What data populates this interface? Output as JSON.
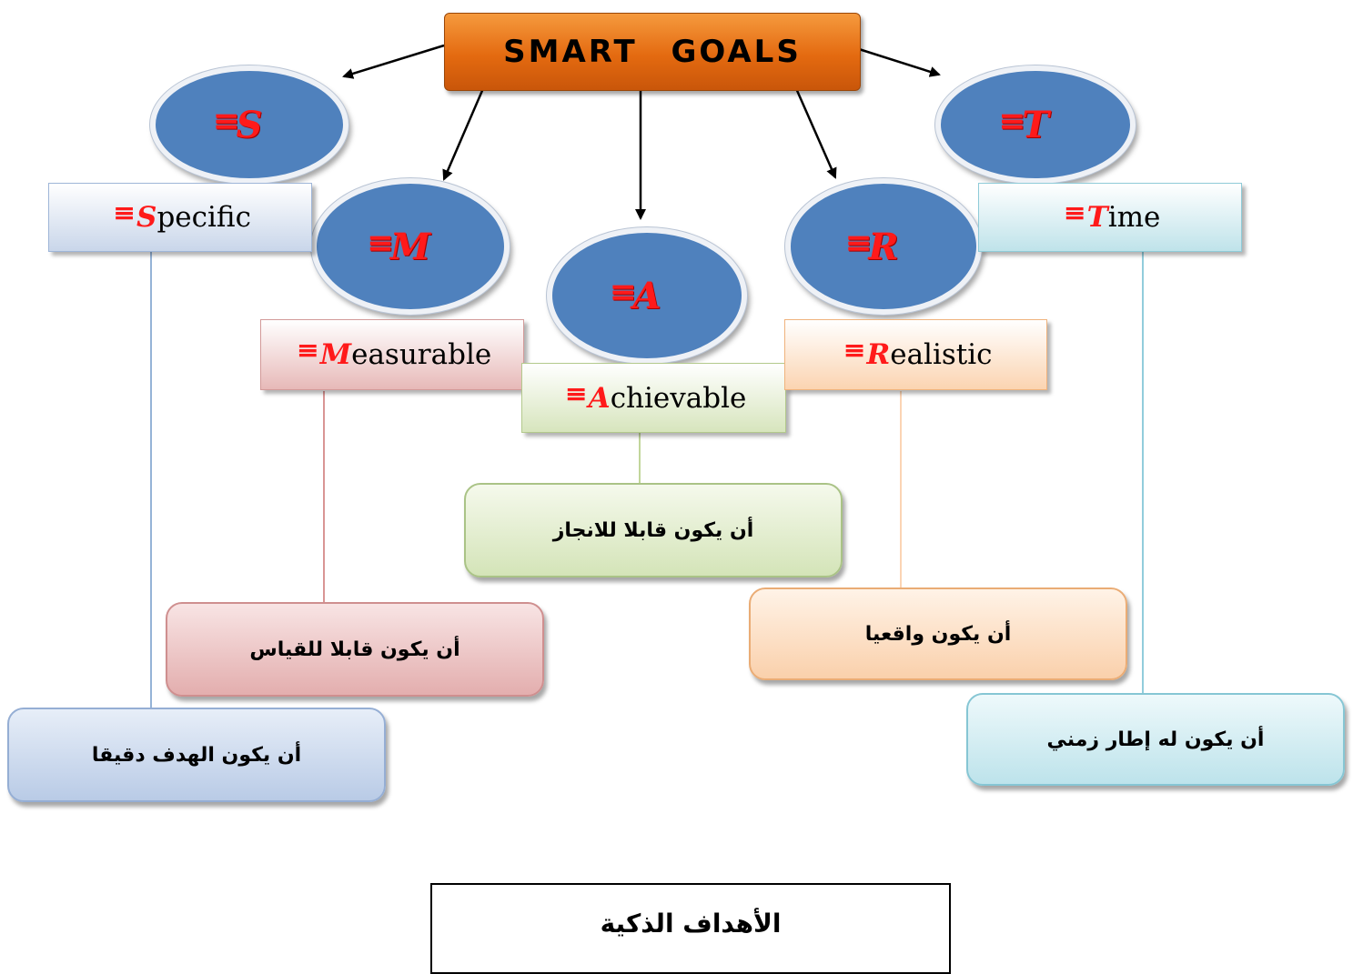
{
  "title": "SMART   GOALS",
  "nodes": [
    {
      "id": "s",
      "letter": "S",
      "word_rest": "pecific",
      "description": "أن يكون الهدف دقيقا",
      "color": "blue"
    },
    {
      "id": "m",
      "letter": "M",
      "word_rest": "easurable",
      "description": "أن يكون قابلا للقياس",
      "color": "red"
    },
    {
      "id": "a",
      "letter": "A",
      "word_rest": "chievable",
      "description": "أن يكون قابلا للانجاز",
      "color": "green"
    },
    {
      "id": "r",
      "letter": "R",
      "word_rest": "ealistic",
      "description": "أن يكون واقعيا",
      "color": "orange"
    },
    {
      "id": "t",
      "letter": "T",
      "word_rest": "ime",
      "description": "أن يكون له إطار زمني",
      "color": "cyan"
    }
  ],
  "footer": "الأهداف الذكية",
  "colors": {
    "circle": "#4f81bd",
    "accent": "#ff1a1a",
    "title_bg": "#e46a10"
  }
}
